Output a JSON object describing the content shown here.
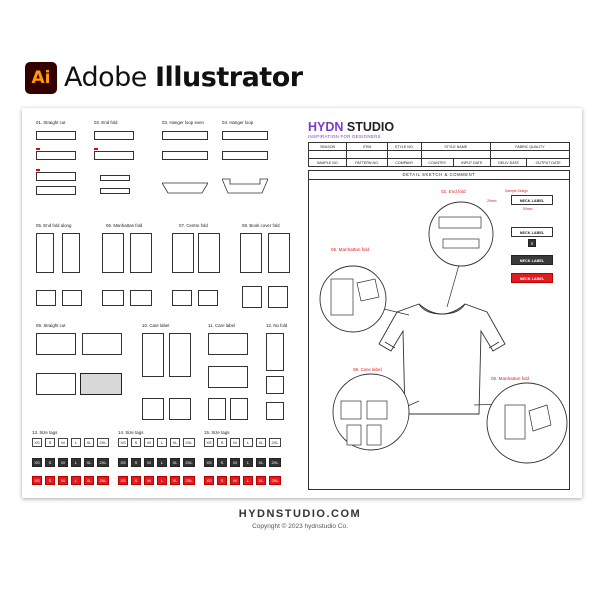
{
  "app": {
    "logo": "Ai",
    "title_light": "Adobe ",
    "title_bold": "Illustrator"
  },
  "brand": {
    "name_part1": "HYDN",
    "name_part2": " STUDIO",
    "tagline": "INSPIRATION FOR DESIGNERS"
  },
  "sections": [
    "01. Straight cut",
    "02. End fold",
    "03. Hanger loop even",
    "04. Hanger loop",
    "05. End fold along",
    "06. Manhattan fold",
    "07. Centre fold",
    "08. Book cover fold",
    "09. Straight cut",
    "10. Care label",
    "11. Care label",
    "12. No fold",
    "13. Size tags",
    "14. Size tags",
    "15. Size tags"
  ],
  "size_labels": [
    "XS",
    "S",
    "M",
    "L",
    "XL",
    "2XL"
  ],
  "form": {
    "row1": [
      "SEASON",
      "ITEM",
      "STYLE NO.",
      "STYLE NAME",
      "FABRIC QUALITY"
    ],
    "row3": [
      "SAMPLE NO.",
      "PATTERN NO.",
      "COMPANY",
      "COUNTRY",
      "INPUT DATE",
      "DELIV DATE",
      "OUTPUT DATE"
    ]
  },
  "detail": {
    "heading": "DETAIL SKETCH & COMMENT",
    "callouts": [
      "02. End fold",
      "06. Manhattan fold",
      "08. Care label",
      "06. Manhattan fold"
    ],
    "neck_labels": [
      "NECK LABEL",
      "NECK LABEL",
      "NECK LABEL",
      "NECK LABEL"
    ],
    "size_s": "S",
    "dim_h": "25mm",
    "dim_w": "50mm",
    "sample_note": "Sample Design"
  },
  "footer": {
    "url": "HYDNSTUDIO.COM",
    "copyright": "Copyright © 2023 hydnstudio Co."
  },
  "colors": {
    "accent_red": "#e11b22",
    "accent_purple": "#7a3cc8",
    "dark": "#333333"
  }
}
